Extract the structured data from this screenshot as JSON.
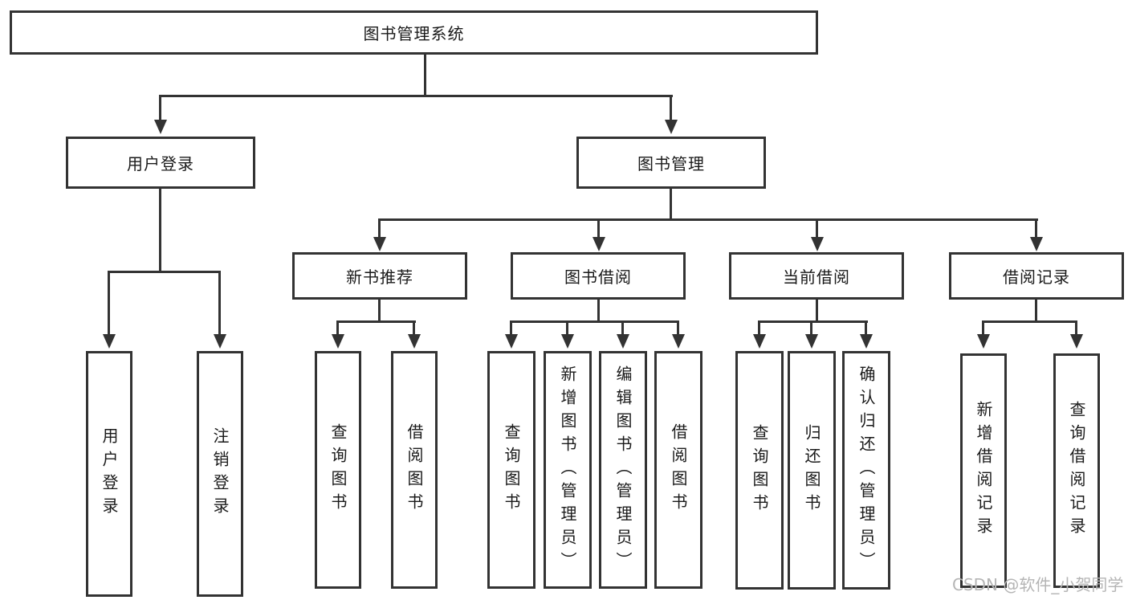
{
  "root": {
    "label": "图书管理系统"
  },
  "level2": [
    {
      "label": "用户登录"
    },
    {
      "label": "图书管理"
    }
  ],
  "level3": [
    {
      "label": "新书推荐"
    },
    {
      "label": "图书借阅"
    },
    {
      "label": "当前借阅"
    },
    {
      "label": "借阅记录"
    }
  ],
  "level4": {
    "user_login": [
      {
        "label": "用户登录"
      },
      {
        "label": "注销登录"
      }
    ],
    "new_book_recommendation": [
      {
        "label": "查询图书"
      },
      {
        "label": "借阅图书"
      }
    ],
    "book_borrowing": [
      {
        "label": "查询图书"
      },
      {
        "label": "新增图书（管理员）"
      },
      {
        "label": "编辑图书（管理员）"
      },
      {
        "label": "借阅图书"
      }
    ],
    "current_borrowing": [
      {
        "label": "查询图书"
      },
      {
        "label": "归还图书"
      },
      {
        "label": "确认归还（管理员）"
      }
    ],
    "borrowing_records": [
      {
        "label": "新增借阅记录"
      },
      {
        "label": "查询借阅记录"
      }
    ]
  },
  "watermark": "CSDN @软件_小贺同学",
  "colors": {
    "line": "#333333",
    "text": "#1a1a1a",
    "box-bg": "#ffffff",
    "watermark": "#b5b5b5",
    "background": "#ffffff"
  }
}
